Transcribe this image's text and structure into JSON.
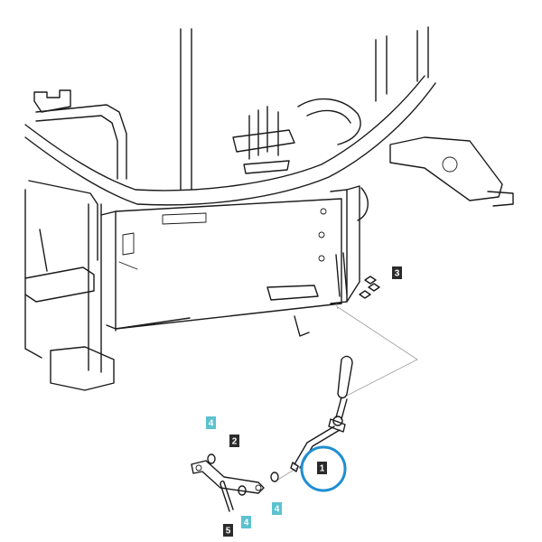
{
  "diagram": {
    "callouts": [
      {
        "label": "1",
        "color": "#2b2b2b"
      },
      {
        "label": "2",
        "color": "#2b2b2b"
      },
      {
        "label": "3",
        "color": "#2b2b2b"
      },
      {
        "label": "4",
        "color": "#5bc2cf"
      },
      {
        "label": "4",
        "color": "#5bc2cf"
      },
      {
        "label": "4",
        "color": "#5bc2cf"
      },
      {
        "label": "5",
        "color": "#2b2b2b"
      }
    ],
    "highlight_color": "#1f8fd0"
  }
}
